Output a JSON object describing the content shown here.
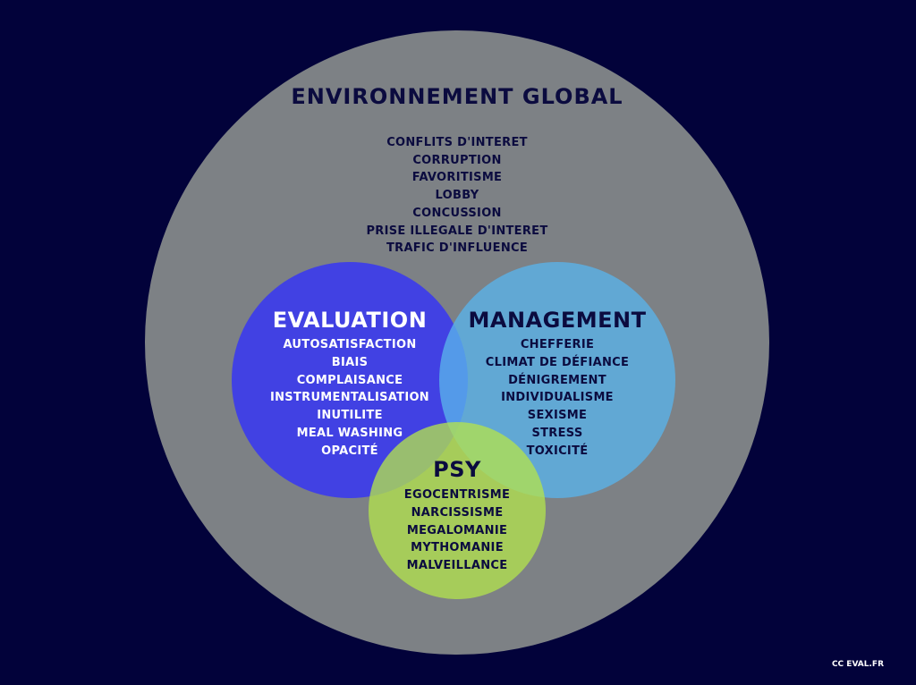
{
  "colors": {
    "background": "#02023a",
    "global": "#7d8185",
    "evaluation": "#3f3fe6",
    "management": "#5ab4ea",
    "psy": "#b2e24e",
    "dark_text": "#0b0b3f",
    "light_text": "#ffffff"
  },
  "global": {
    "title": "ENVIRONNEMENT GLOBAL",
    "items": [
      "CONFLITS D'INTERET",
      "CORRUPTION",
      "FAVORITISME",
      "LOBBY",
      "CONCUSSION",
      "PRISE ILLEGALE D'INTERET",
      "TRAFIC D'INFLUENCE"
    ]
  },
  "evaluation": {
    "title": "EVALUATION",
    "items": [
      "AUTOSATISFACTION",
      "BIAIS",
      "COMPLAISANCE",
      "INSTRUMENTALISATION",
      "INUTILITE",
      "MEAL WASHING",
      "OPACITÉ"
    ]
  },
  "management": {
    "title": "MANAGEMENT",
    "items": [
      "CHEFFERIE",
      "CLIMAT DE DÉFIANCE",
      "DÉNIGREMENT",
      "INDIVIDUALISME",
      "SEXISME",
      "STRESS",
      "TOXICITÉ"
    ]
  },
  "psy": {
    "title": "PSY",
    "items": [
      "EGOCENTRISME",
      "NARCISSISME",
      "MEGALOMANIE",
      "MYTHOMANIE",
      "MALVEILLANCE"
    ]
  },
  "credit": "CC EVAL.FR"
}
